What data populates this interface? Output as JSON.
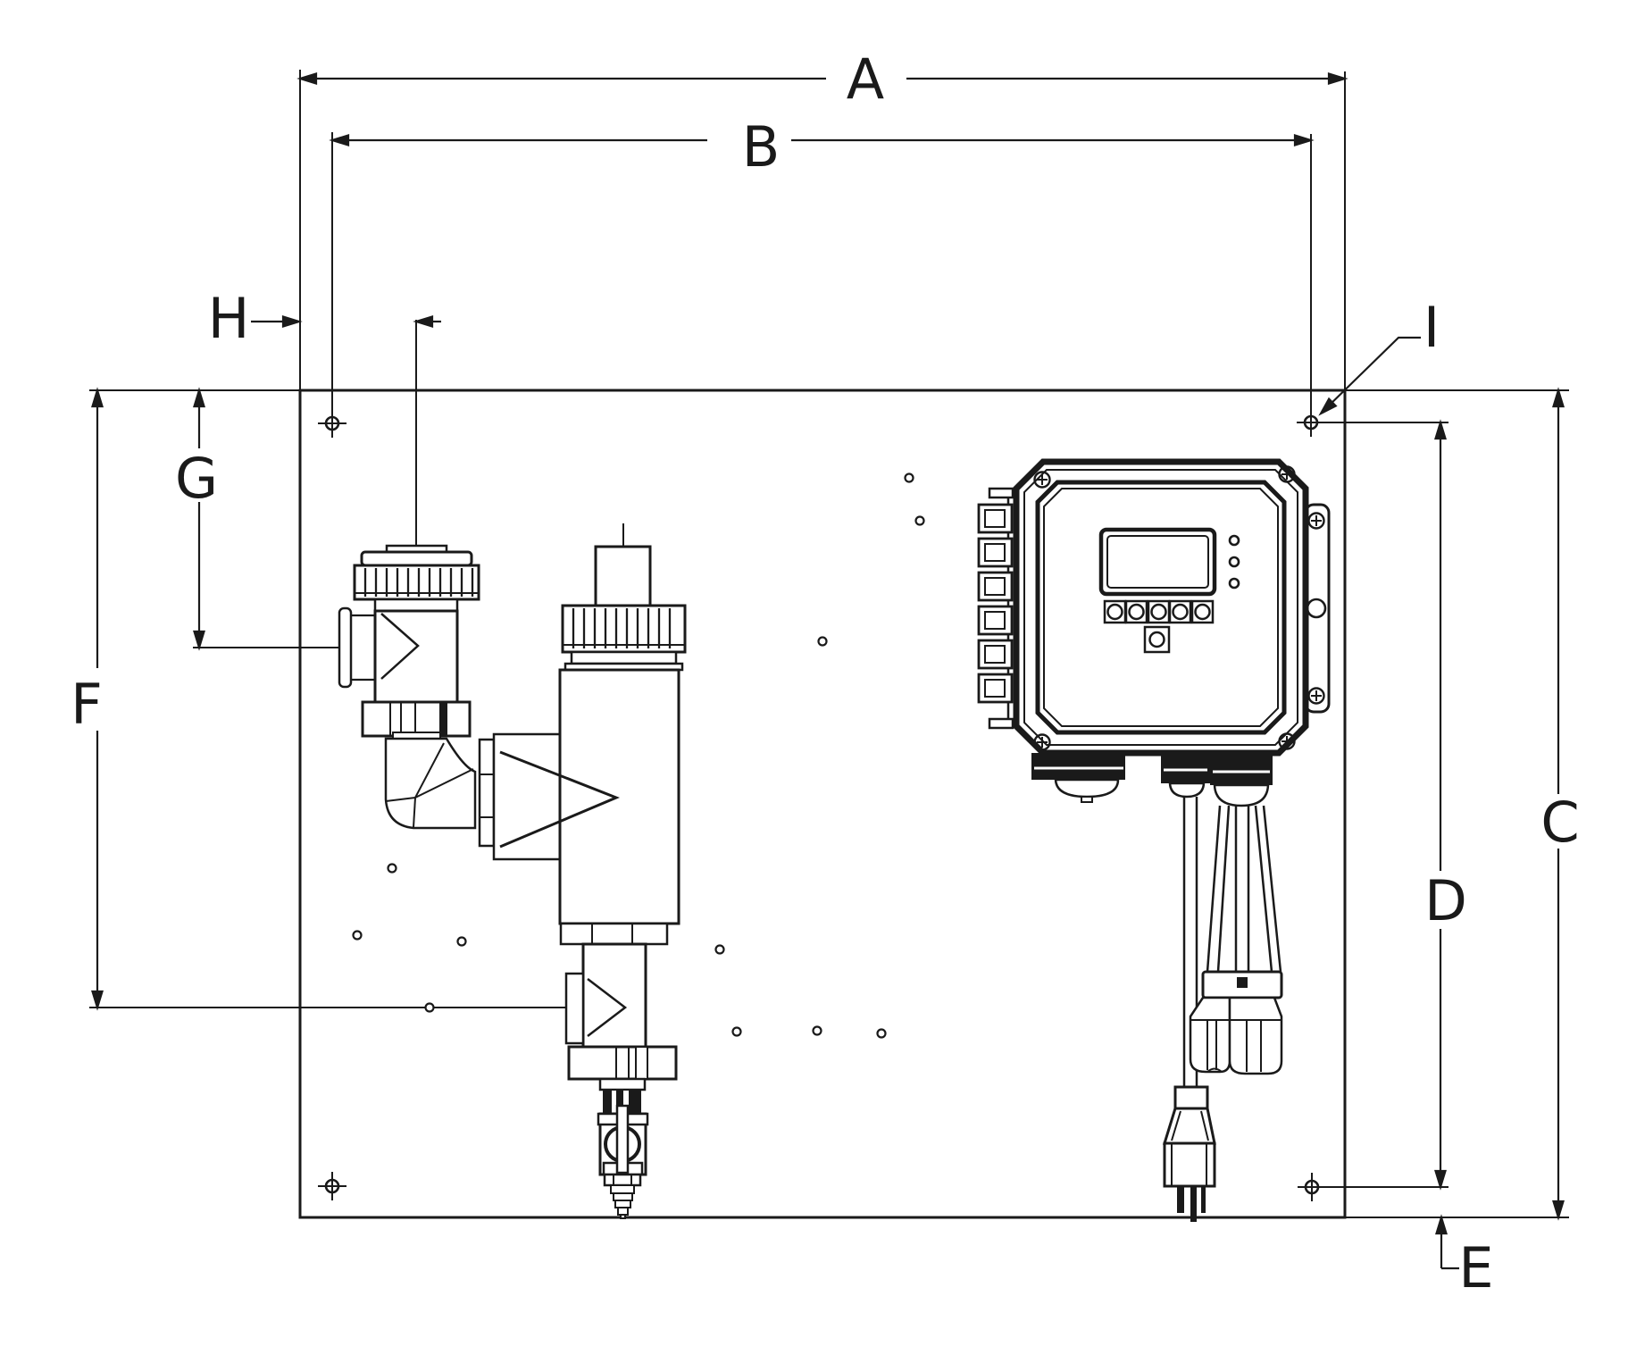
{
  "drawing": {
    "type": "technical-dimension-diagram",
    "subject": "wall-panel chemical feed / chlorinator system with plumbing assembly and controller",
    "background_color": "#ffffff",
    "line_color": "#1a1a1a",
    "dimension_labels": {
      "a": "A",
      "b": "B",
      "c": "C",
      "d": "D",
      "e": "E",
      "f": "F",
      "g": "G",
      "h": "H",
      "i": "I"
    }
  }
}
